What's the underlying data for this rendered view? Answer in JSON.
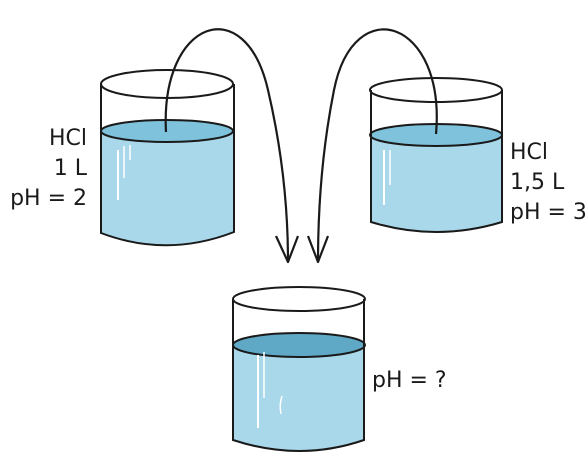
{
  "beakers": [
    {
      "id": "left",
      "lines": [
        "HCl",
        "1 L",
        "pH = 2"
      ]
    },
    {
      "id": "right",
      "lines": [
        "HCl",
        "1,5 L",
        "pH = 3"
      ]
    },
    {
      "id": "bottom",
      "lines": [
        "pH = ?"
      ]
    }
  ],
  "colors": {
    "liquid": "#a9d8ea",
    "liquid_surface": "#7fc2db",
    "liquid_surface_bottom": "#5fa8c6",
    "outline": "#1a1a1a"
  }
}
